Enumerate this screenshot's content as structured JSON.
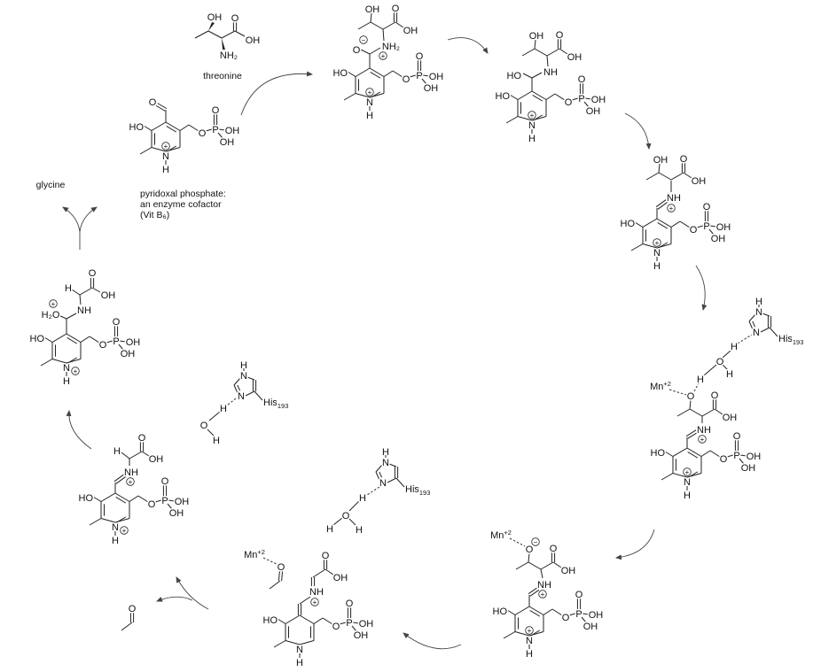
{
  "labels": {
    "threonine": "threonine",
    "glycine": "glycine",
    "plp_caption": [
      "pyridoxal phosphate:",
      "an enzyme cofactor",
      "(Vit B₆)"
    ]
  },
  "atoms": {
    "O": "O",
    "OH": "OH",
    "HO": "HO",
    "P": "P",
    "N": "N",
    "H": "H",
    "NH": "NH",
    "NH2": "NH₂",
    "H2O": "H₂O",
    "plus": "+",
    "minus": "−"
  },
  "metal": {
    "symbol": "Mn",
    "charge": "+2"
  },
  "residue": {
    "name": "His",
    "number": "193"
  }
}
